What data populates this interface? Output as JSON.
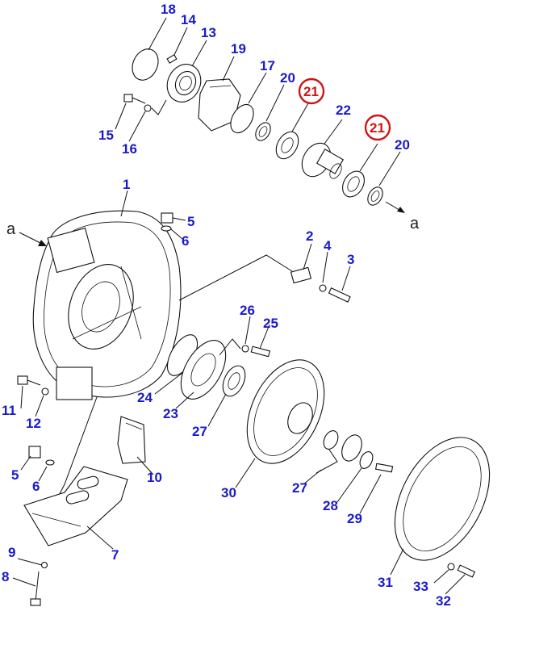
{
  "diagram": {
    "ref_left": "a",
    "ref_right": "a",
    "labels": {
      "p1": "1",
      "p2": "2",
      "p3": "3",
      "p4": "4",
      "p5a": "5",
      "p5b": "5",
      "p6a": "6",
      "p6b": "6",
      "p7": "7",
      "p8": "8",
      "p9": "9",
      "p10": "10",
      "p11": "11",
      "p12": "12",
      "p13": "13",
      "p14": "14",
      "p15": "15",
      "p16": "16",
      "p17": "17",
      "p18": "18",
      "p19": "19",
      "p20a": "20",
      "p20b": "20",
      "p21a": "21",
      "p21b": "21",
      "p22": "22",
      "p23": "23",
      "p24": "24",
      "p25": "25",
      "p26": "26",
      "p27a": "27",
      "p27b": "27",
      "p28": "28",
      "p29": "29",
      "p30": "30",
      "p31": "31",
      "p32": "32",
      "p33": "33"
    },
    "colors": {
      "label": "#1a1acc",
      "highlight": "#d01414",
      "line": "#111111"
    }
  }
}
